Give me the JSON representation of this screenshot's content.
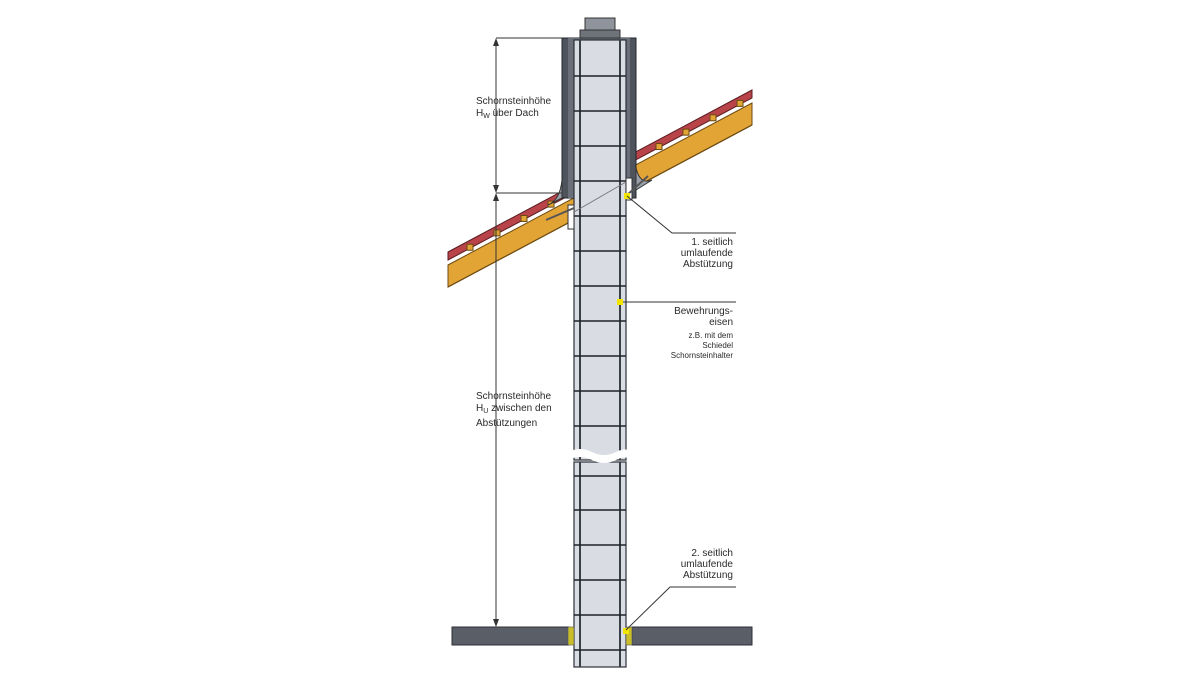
{
  "labels": {
    "height_above_roof": {
      "line1": "Schornsteinhöhe",
      "symbol": "H",
      "subscript": "W",
      "rest": " über Dach"
    },
    "height_between_supports": {
      "line1": "Schornsteinhöhe",
      "symbol": "H",
      "subscript": "U",
      "rest": " zwischen den",
      "line3": "Abstützungen"
    },
    "support_1": [
      "1. seitlich",
      "umlaufende",
      "Abstützung"
    ],
    "reinforcement": [
      "Bewehrungs-",
      "eisen"
    ],
    "reinforcement_note": [
      "z.B. mit dem",
      "Schiedel",
      "Schornsteinhalter"
    ],
    "support_2": [
      "2. seitlich",
      "umlaufende",
      "Abstützung"
    ]
  },
  "colors": {
    "chimney_fill": "#d9dce3",
    "chimney_outline": "#2b2f38",
    "cladding": "#5c606a",
    "roof_wood": "#e3a436",
    "roof_tile": "#b8444a",
    "slab": "#5a5e66",
    "support_highlight": "#f2e600",
    "dimension_line": "#333333"
  }
}
